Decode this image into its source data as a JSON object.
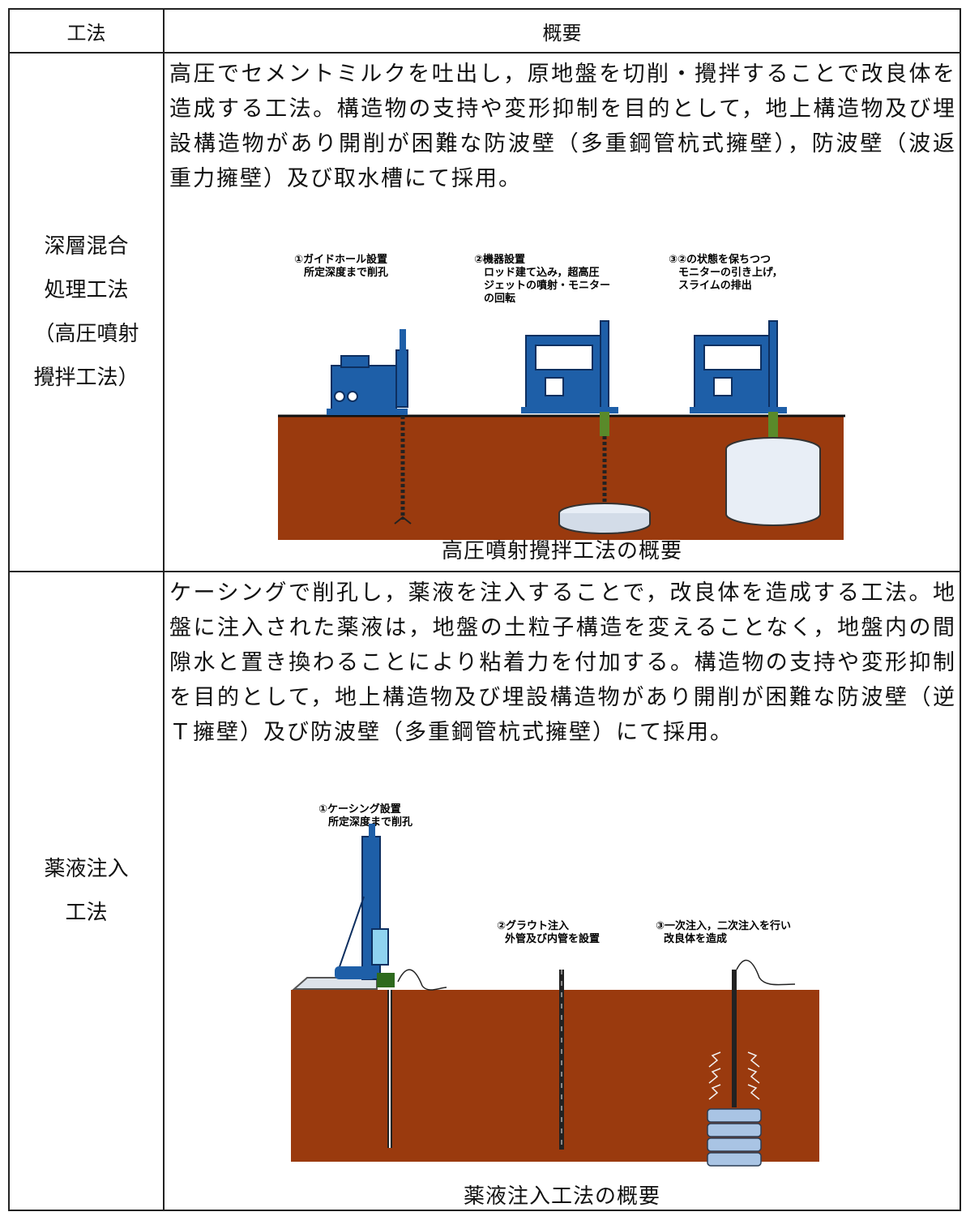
{
  "header": {
    "col1": "工法",
    "col2": "概要"
  },
  "rows": [
    {
      "method": "深層混合\n処理工法\n（高圧噴射\n攪拌工法）",
      "method_lines": [
        "深層混合",
        "処理工法",
        "（高圧噴射",
        "攪拌工法）"
      ],
      "description": "高圧でセメントミルクを吐出し，原地盤を切削・攪拌することで改良体を造成する工法。構造物の支持や変形抑制を目的として，地上構造物及び埋設構造物があり開削が困難な防波壁（多重鋼管杭式擁壁），防波壁（波返重力擁壁）及び取水槽にて採用。",
      "figure": {
        "steps": [
          {
            "lines": [
              "①ガイドホール設置",
              "所定深度まで削孔"
            ]
          },
          {
            "lines": [
              "②機器設置",
              "ロッド建て込み，超高圧",
              "ジェットの噴射・モニター",
              "の回転"
            ]
          },
          {
            "lines": [
              "③②の状態を保ちつつ",
              "モニターの引き上げ，",
              "スライムの排出"
            ]
          }
        ],
        "caption": "高圧噴射攪拌工法の概要"
      }
    },
    {
      "method": "薬液注入\n工法",
      "method_lines": [
        "薬液注入",
        "工法"
      ],
      "description": "ケーシングで削孔し，薬液を注入することで，改良体を造成する工法。地盤に注入された薬液は，地盤の土粒子構造を変えることなく，地盤内の間隙水と置き換わることにより粘着力を付加する。構造物の支持や変形抑制を目的として，地上構造物及び埋設構造物があり開削が困難な防波壁（逆Ｔ擁壁）及び防波壁（多重鋼管杭式擁壁）にて採用。",
      "figure": {
        "steps": [
          {
            "lines": [
              "①ケーシング設置",
              "所定深度まで削孔"
            ]
          },
          {
            "lines": [
              "②グラウト注入",
              "外管及び内管を設置"
            ]
          },
          {
            "lines": [
              "③一次注入，二次注入を行い",
              "改良体を造成"
            ]
          }
        ],
        "caption": "薬液注入工法の概要"
      }
    }
  ],
  "colors": {
    "soil": "#9a3a0e",
    "machine": "#1e5fa8",
    "rod": "#222222",
    "body": "#e8eef6"
  }
}
